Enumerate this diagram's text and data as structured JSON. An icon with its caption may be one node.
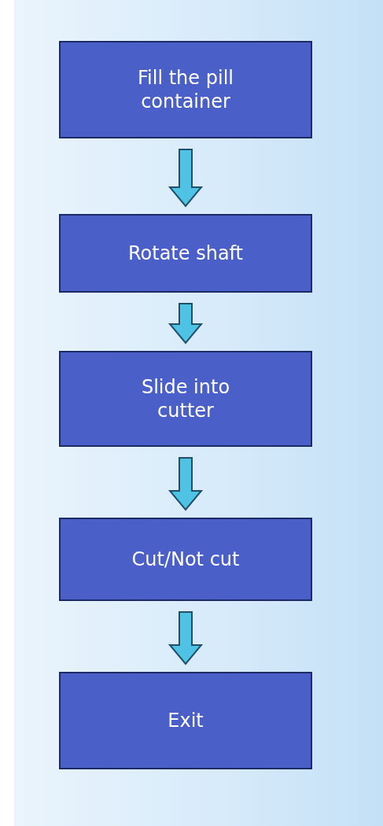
{
  "diagram": {
    "nodes": [
      {
        "text": [
          "Fill the pill container"
        ]
      },
      {
        "text": [
          "Rotate shaft"
        ]
      },
      {
        "text": [
          "Slide into cutter"
        ]
      },
      {
        "text": [
          "Cut/Not cut"
        ]
      },
      {
        "text": [
          "Exit"
        ]
      }
    ],
    "edges": [
      {
        "from": 0,
        "to": 1,
        "arrow": "to"
      },
      {
        "from": 1,
        "to": 2,
        "arrow": "to"
      },
      {
        "from": 2,
        "to": 3,
        "arrow": "to"
      },
      {
        "from": 3,
        "to": 4,
        "arrow": "to"
      }
    ]
  }
}
